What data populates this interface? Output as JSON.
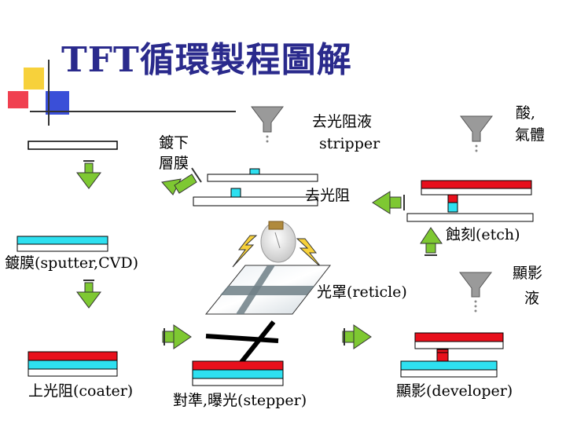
{
  "title": "TFT循環製程圖解",
  "labels": {
    "deposit_lower": "鍍下",
    "deposit_lower2": "層膜",
    "stripper_liquid": "去光阻液",
    "stripper_en": "stripper",
    "acid": "酸,",
    "gas": "氣體",
    "strip": "去光阻",
    "etch": "蝕刻(etch)",
    "sputter": "鍍膜(sputter,CVD)",
    "reticle": "光罩(reticle)",
    "develop_liquid1": "顯影",
    "develop_liquid2": "液",
    "coater": "上光阻(coater)",
    "stepper": "對準,曝光(stepper)",
    "developer": "顯影(developer)"
  },
  "colors": {
    "title": "#2a2a8c",
    "photoresist": "#e8101c",
    "film": "#2ee0f0",
    "arrow": "#7ec832",
    "glass": "#ffffff"
  }
}
